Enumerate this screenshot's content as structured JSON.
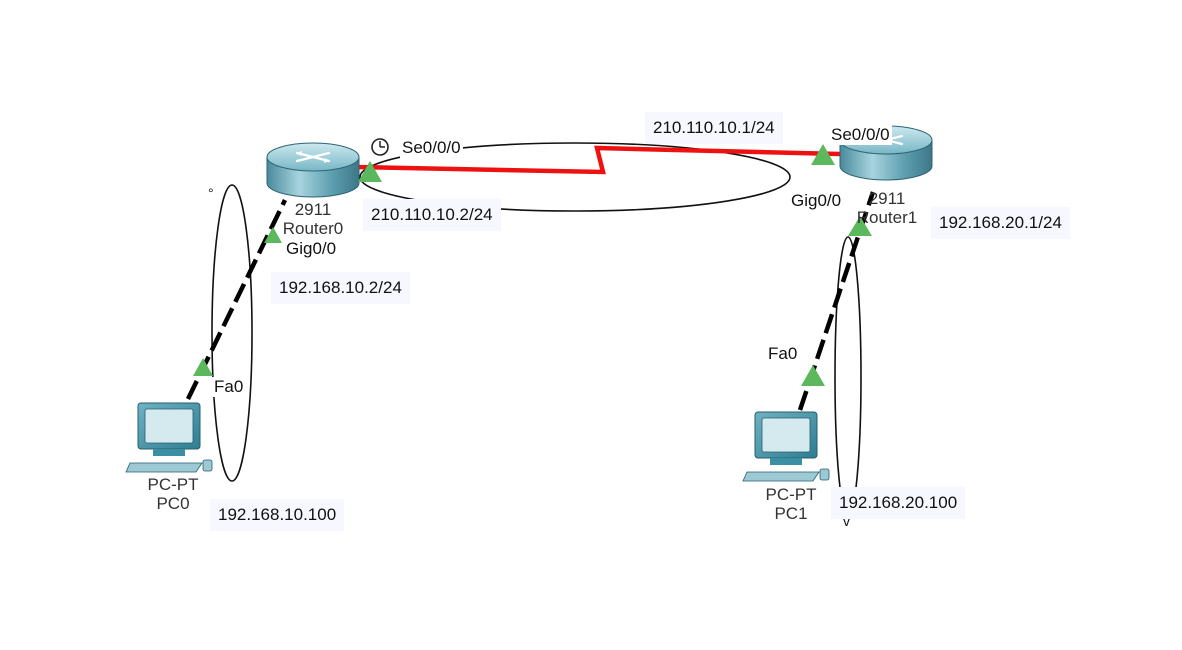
{
  "devices": {
    "router0": {
      "model": "2911",
      "name": "Router0"
    },
    "router1": {
      "model": "2911",
      "name": "Router1"
    },
    "pc0": {
      "model": "PC-PT",
      "name": "PC0"
    },
    "pc1": {
      "model": "PC-PT",
      "name": "PC1"
    }
  },
  "ports": {
    "router0_serial": "Se0/0/0",
    "router1_serial": "Se0/0/0",
    "router0_gig": "Gig0/0",
    "router1_gig": "Gig0/0",
    "pc0_fa": "Fa0",
    "pc1_fa": "Fa0"
  },
  "notes": {
    "r1_serial_ip": "210.110.10.1/24",
    "r0_serial_ip": "210.110.10.2/24",
    "r1_gig_ip": "192.168.20.1/24",
    "r0_gig_ip": "192.168.10.2/24",
    "pc0_ip": "192.168.10.100",
    "pc1_ip": "192.168.20.100"
  },
  "colors": {
    "serial_link": "#ee1111",
    "ethernet_link": "#000000",
    "link_up": "#5cb85c",
    "router_body": "#5e9fb0",
    "pc_body": "#3c8ea2"
  },
  "icons": {
    "router": "router-icon",
    "pc": "pc-icon",
    "clock": "clock-icon",
    "link_status": "link-up-triangle-icon"
  }
}
